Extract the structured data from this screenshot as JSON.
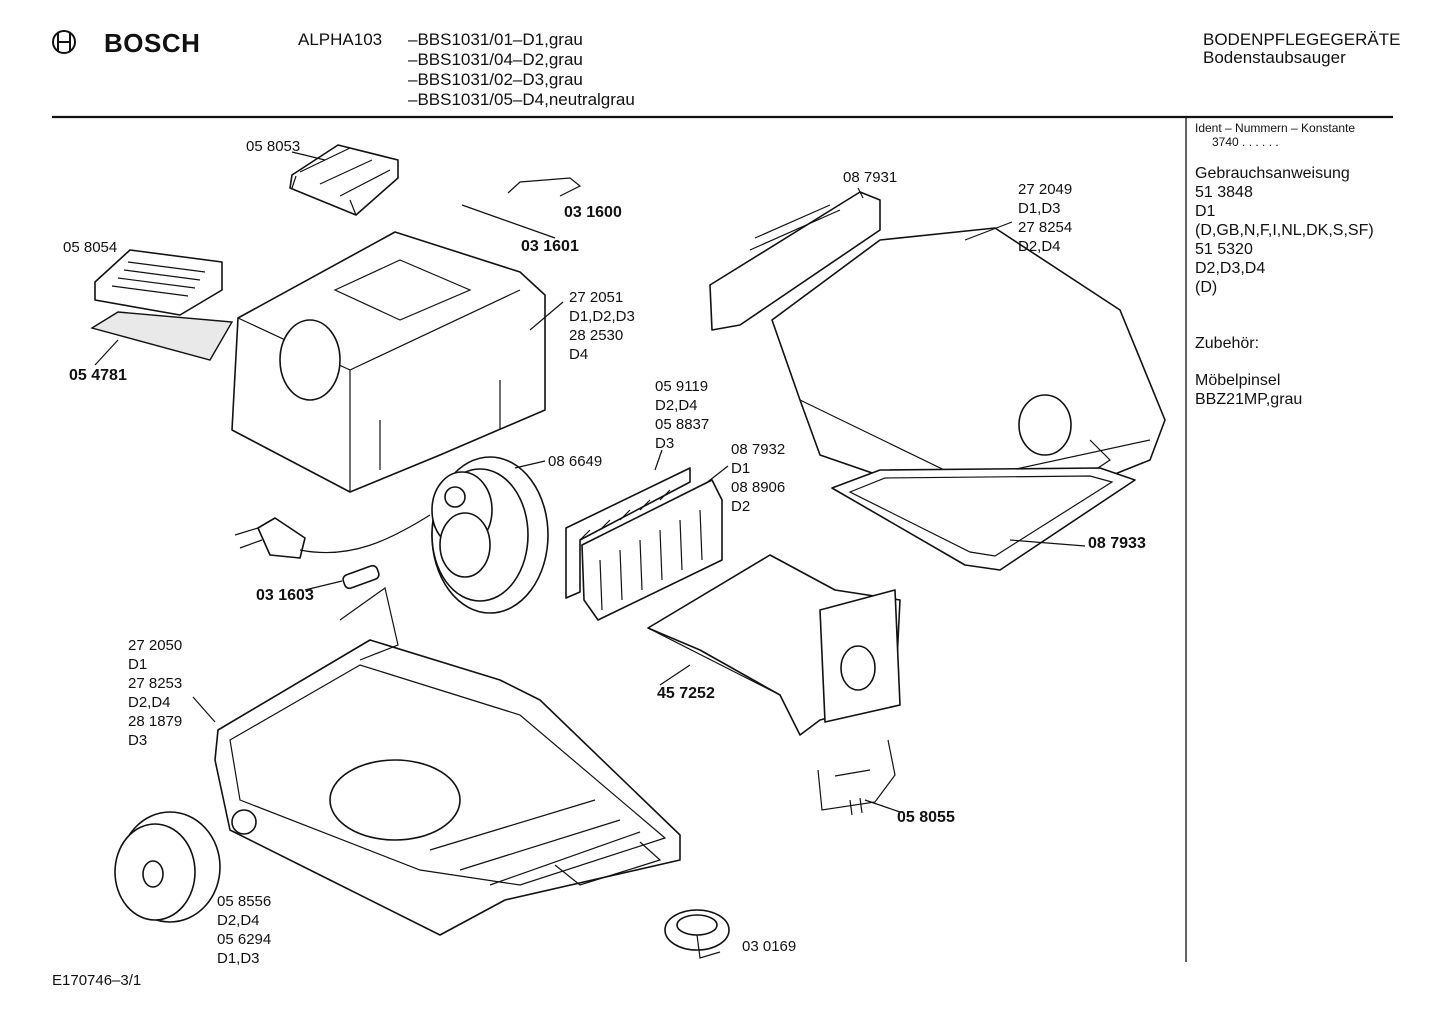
{
  "header": {
    "brand": "BOSCH",
    "model": "ALPHA103",
    "variants": [
      "–BBS1031/01–D1,grau",
      "–BBS1031/04–D2,grau",
      "–BBS1031/02–D3,grau",
      "–BBS1031/05–D4,neutralgrau"
    ],
    "category": "BODENPFLEGEGERÄTE",
    "subcategory": "Bodenstaubsauger"
  },
  "sidebar": {
    "ident_title": "Ident – Nummern – Konstante",
    "ident_value": "3740  . .   . . . .",
    "manual_title": "Gebrauchsanweisung",
    "manual_lines": [
      "51 3848",
      "D1",
      "(D,GB,N,F,I,NL,DK,S,SF)",
      "51 5320",
      "D2,D3,D4",
      "(D)"
    ],
    "accessory_title": "Zubehör:",
    "accessory_lines": [
      "Möbelpinsel",
      "BBZ21MP,grau"
    ]
  },
  "footer": {
    "drawing_id": "E170746–3/1"
  },
  "parts": {
    "p058053": "05 8053",
    "p031600": "03 1600",
    "p031601": "03 1601",
    "p058054": "05 8054",
    "p054781": "05 4781",
    "p272051": [
      "27 2051",
      "D1,D2,D3",
      "28 2530",
      "D4"
    ],
    "p087931": "08 7931",
    "p272049": [
      "27 2049",
      "D1,D3",
      "27 8254",
      "D2,D4"
    ],
    "p059119": [
      "05 9119",
      "D2,D4",
      "05 8837",
      "D3"
    ],
    "p087932": [
      "08 7932",
      "D1",
      "08 8906",
      "D2"
    ],
    "p086649": "08 6649",
    "p087933": "08 7933",
    "p031603": "03 1603",
    "p272050": [
      "27 2050",
      "D1",
      "27 8253",
      "D2,D4",
      "28 1879",
      "D3"
    ],
    "p457252": "45 7252",
    "p058055": "05 8055",
    "p058556": [
      "05 8556",
      "D2,D4",
      "05 6294",
      "D1,D3"
    ],
    "p030169": "03 0169"
  }
}
